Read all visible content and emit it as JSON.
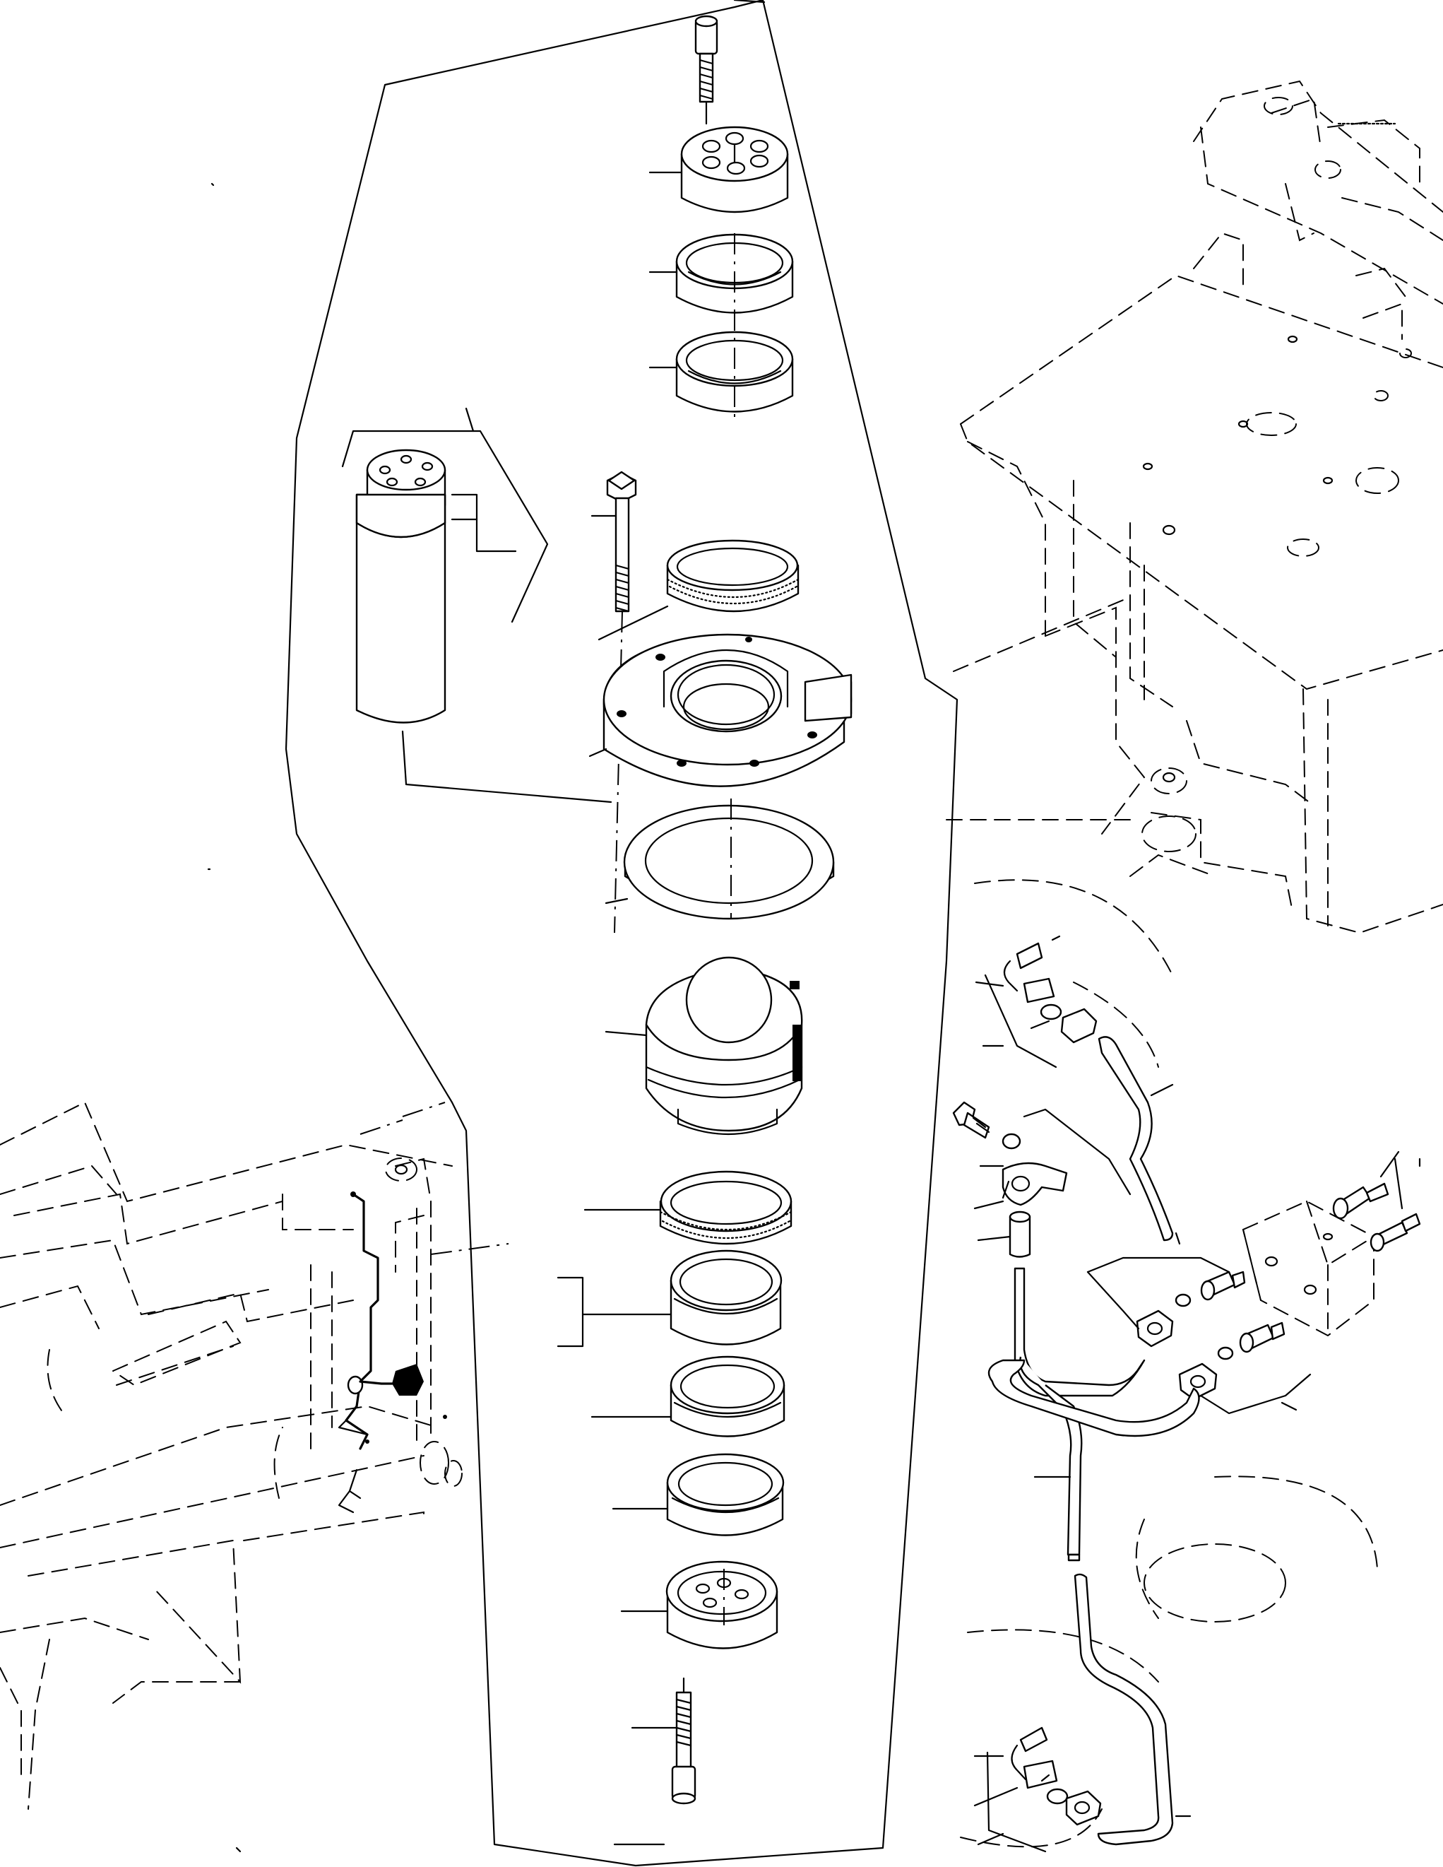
{
  "drawing": {
    "left_background": "chassis-dashed",
    "right_background": "frame-dashed",
    "parts": [
      {
        "id": "screw-top",
        "icon": "cap-screw-icon"
      },
      {
        "id": "upper-cap",
        "icon": "bolt-circle-cap-icon"
      },
      {
        "id": "upper-ring-1",
        "icon": "bearing-ring-icon"
      },
      {
        "id": "upper-ring-2",
        "icon": "bearing-ring-icon"
      },
      {
        "id": "pin-assembly",
        "icon": "cylinder-pin-icon"
      },
      {
        "id": "hex-bolt",
        "icon": "hex-bolt-icon"
      },
      {
        "id": "bushing-upper",
        "icon": "bushing-icon"
      },
      {
        "id": "housing-flange",
        "icon": "flange-housing-icon"
      },
      {
        "id": "shim-washer",
        "icon": "flat-washer-icon"
      },
      {
        "id": "ball-bushing",
        "icon": "spherical-bushing-icon"
      },
      {
        "id": "bushing-lower",
        "icon": "bushing-icon"
      },
      {
        "id": "lower-ring-1",
        "icon": "bearing-ring-icon"
      },
      {
        "id": "lower-ring-2",
        "icon": "bearing-ring-icon"
      },
      {
        "id": "lower-ring-3",
        "icon": "bearing-ring-icon"
      },
      {
        "id": "lower-cap",
        "icon": "bolt-circle-cap-icon"
      },
      {
        "id": "screw-bottom",
        "icon": "cap-screw-icon"
      },
      {
        "id": "grease-line-upper",
        "icon": "grease-tube-icon"
      },
      {
        "id": "grease-line-lower",
        "icon": "grease-tube-icon"
      },
      {
        "id": "grease-block",
        "icon": "grease-block-icon"
      },
      {
        "id": "clamp",
        "icon": "pipe-clamp-icon"
      }
    ]
  }
}
